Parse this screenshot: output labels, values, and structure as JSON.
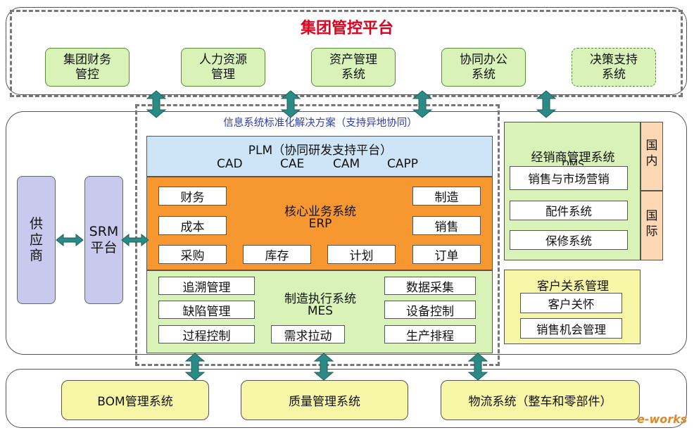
{
  "top": {
    "title": "集团管控平台",
    "boxes": [
      "集团财务\n管控",
      "人力资源\n管理",
      "资产管理\n系统",
      "协同办公\n系统",
      "决策支持\n系统"
    ]
  },
  "middle": {
    "solution_label": "信息系统标准化解决方案（支持异地协同）",
    "supplier": "供\n应\n商",
    "srm": "SRM\n平台",
    "plm_title": "PLM（协同研发支持平台）",
    "plm_items": [
      "CAD",
      "CAE",
      "CAM",
      "CAPP"
    ],
    "erp_title": "核心业务系统",
    "erp_sub": "ERP",
    "erp_left": [
      "财务",
      "成本",
      "采购"
    ],
    "erp_right": [
      "制造",
      "销售",
      "订单"
    ],
    "erp_bottom_mid": [
      "库存",
      "计划"
    ],
    "mes_title": "制造执行系统",
    "mes_sub": "MES",
    "mes_left": [
      "追溯管理",
      "缺陷管理",
      "过程控制"
    ],
    "mes_right": [
      "数据采集",
      "设备控制",
      "生产排程"
    ],
    "mes_bottom_mid": "需求拉动"
  },
  "right": {
    "dms_title": "经销商管理系统",
    "dms_partial": "DMS",
    "dms_items": [
      "销售与市场营销",
      "配件系统",
      "保修系统"
    ],
    "domestic": "国\n内",
    "international": "国\n际",
    "crm_title": "客户关系管理",
    "crm_items": [
      "客户关怀",
      "销售机会管理"
    ]
  },
  "bottom": {
    "boxes": [
      "BOM管理系统",
      "质量管理系统",
      "物流系统（整车和零部件）"
    ]
  },
  "watermark": "e-works",
  "colors": {
    "title_red": "#e0001b",
    "plm_blue": "#cde5f7",
    "erp_orange": "#f7972f",
    "mes_green": "#d8f2b8",
    "arrow_teal": "#2a8a86",
    "dms_green": "#d8f2b8",
    "domestic_peach": "#fcd9b4",
    "crm_yellow": "#f7f5a6",
    "supplier_lavender": "#c9c9ee"
  }
}
